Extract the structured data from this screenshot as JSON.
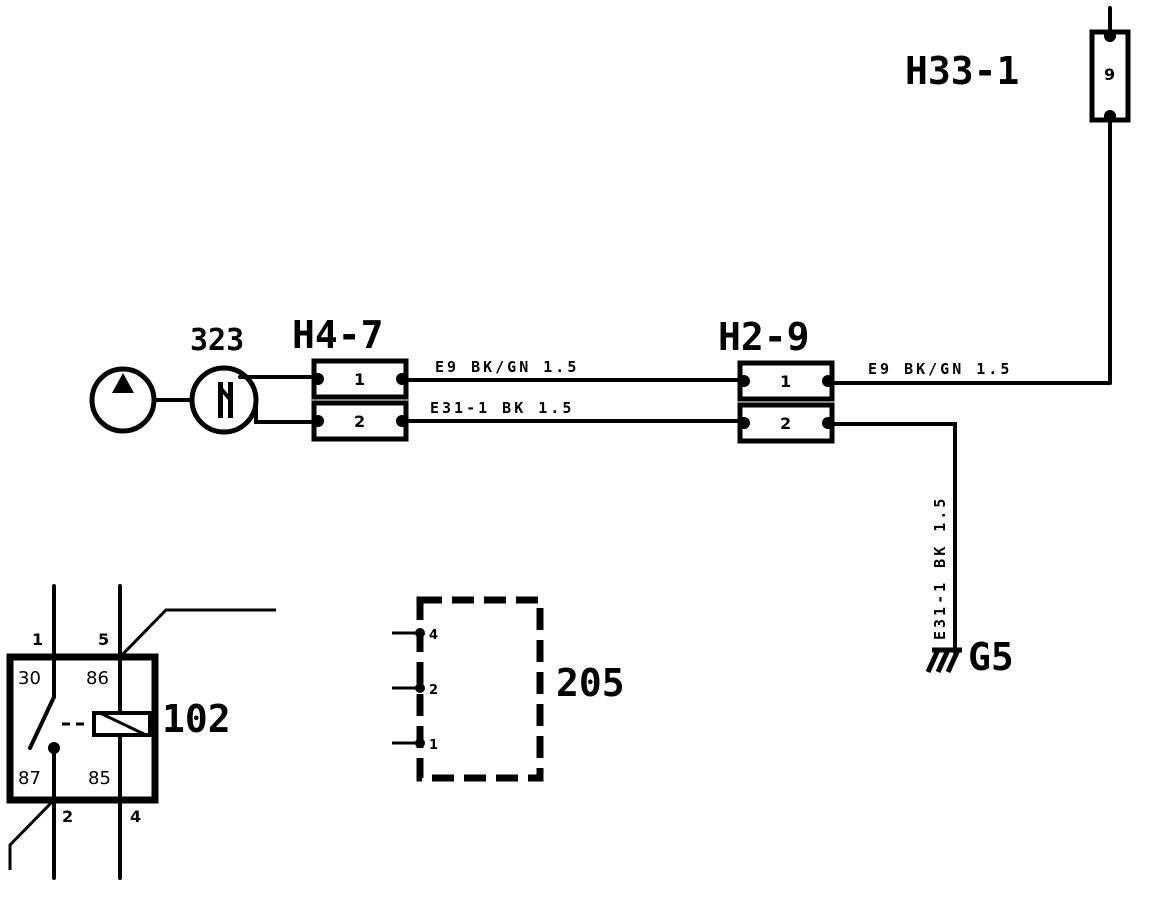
{
  "connectors": {
    "h33": {
      "name": "H33-1",
      "pin": "9"
    },
    "h4": {
      "name": "H4-7",
      "pin1": "1",
      "pin2": "2"
    },
    "h2": {
      "name": "H2-9",
      "pin1": "1",
      "pin2": "2"
    }
  },
  "component_323": {
    "label": "323"
  },
  "wires": {
    "top_left": "E9  BK/GN  1.5",
    "bottom_left": "E31-1  BK  1.5",
    "top_right": "E9  BK/GN  1.5",
    "ground_wire": "E31-1  BK  1.5"
  },
  "ground": {
    "label": "G5"
  },
  "relay": {
    "label": "102",
    "pins_top": [
      "1",
      "5"
    ],
    "pins_bottom": [
      "2",
      "4"
    ],
    "terminals": [
      "30",
      "86",
      "87",
      "85"
    ]
  },
  "module": {
    "label": "205",
    "pins": [
      "4",
      "2",
      "1"
    ]
  },
  "colors": {
    "ink": "#000000",
    "paper": "#ffffff"
  }
}
